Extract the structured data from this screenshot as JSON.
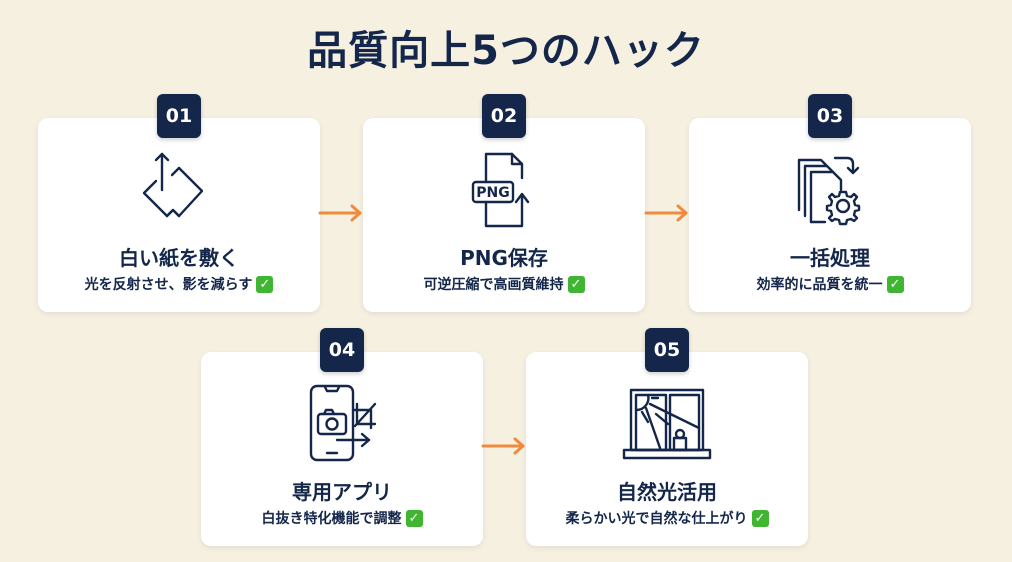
{
  "title": "品質向上5つのハック",
  "colors": {
    "background": "#f6f0e1",
    "navy": "#14264a",
    "accent": "#f08a3c",
    "check": "#3fb532"
  },
  "steps": [
    {
      "number": "01",
      "title": "白い紙を敷く",
      "desc": "光を反射させ、影を減らす",
      "icon": "paper-icon"
    },
    {
      "number": "02",
      "title": "PNG保存",
      "desc": "可逆圧縮で高画質維持",
      "icon": "png-file-icon",
      "icon_text": "PNG"
    },
    {
      "number": "03",
      "title": "一括処理",
      "desc": "効率的に品質を統一",
      "icon": "batch-gear-icon"
    },
    {
      "number": "04",
      "title": "専用アプリ",
      "desc": "白抜き特化機能で調整",
      "icon": "phone-camera-icon"
    },
    {
      "number": "05",
      "title": "自然光活用",
      "desc": "柔らかい光で自然な仕上がり",
      "icon": "window-sunlight-icon"
    }
  ],
  "check_glyph": "✓"
}
